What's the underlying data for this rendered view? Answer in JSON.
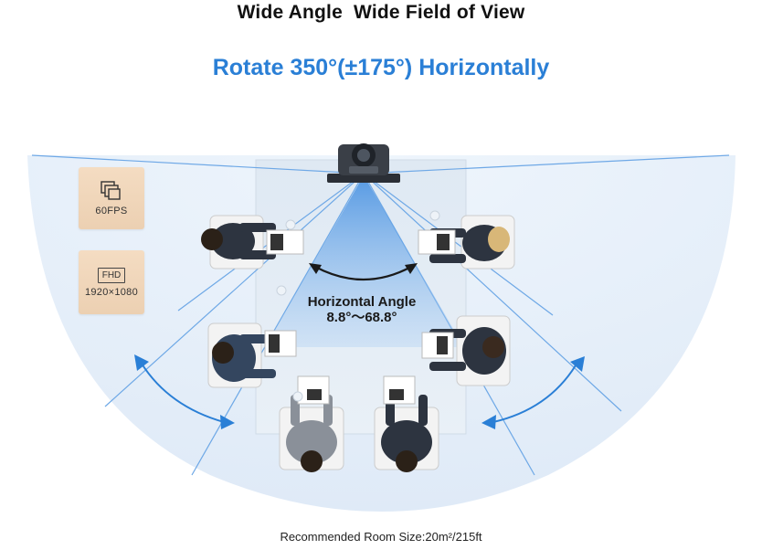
{
  "header": {
    "title": "Wide Angle  Wide Field of View",
    "subtitle": "Rotate 350°(±175°) Horizontally"
  },
  "badges": {
    "fps": {
      "icon": "layers-icon",
      "label": "60FPS"
    },
    "resolution": {
      "icon_text": "FHD",
      "label": "1920×1080"
    }
  },
  "angle": {
    "line1": "Horizontal Angle",
    "line2": "8.8°～68.8°"
  },
  "footer": {
    "room_size": "Recommended Room Size:20m²/215ft"
  },
  "colors": {
    "accent": "#2a7fd6",
    "fov_blue": "#7fb4ec",
    "badge_bg": "#f0d6ba"
  }
}
